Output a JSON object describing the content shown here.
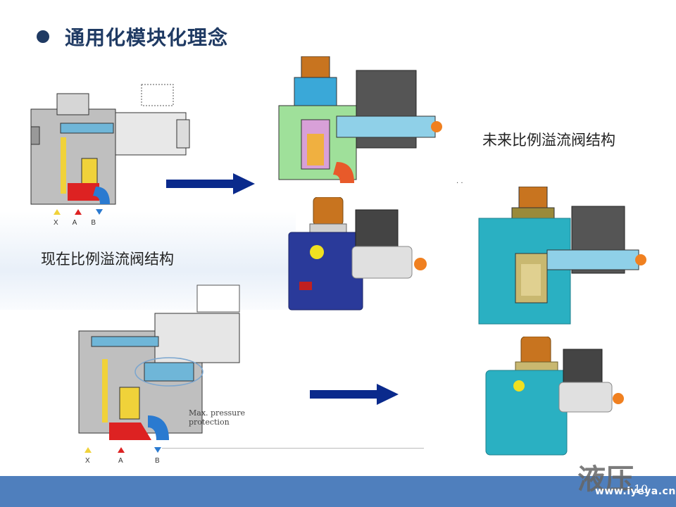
{
  "title": "通用化模块化理念",
  "caption_present": "现在比例溢流阀结构",
  "caption_future": "未来比例溢流阀结构",
  "diagram_annotation": "Max. pressure\nprotection",
  "ports": [
    "X",
    "A",
    "B"
  ],
  "page_number": "10",
  "watermark_text": "液压",
  "watermark_url": "www.iyeya.cn",
  "colors": {
    "title": "#1f3a63",
    "arrow": "#0a2a8c",
    "bottom_bar": "#4f7fbd",
    "valve_future": "#2ab0c2",
    "valve_present": "#2a3a9a",
    "cap": "#c8741f"
  }
}
